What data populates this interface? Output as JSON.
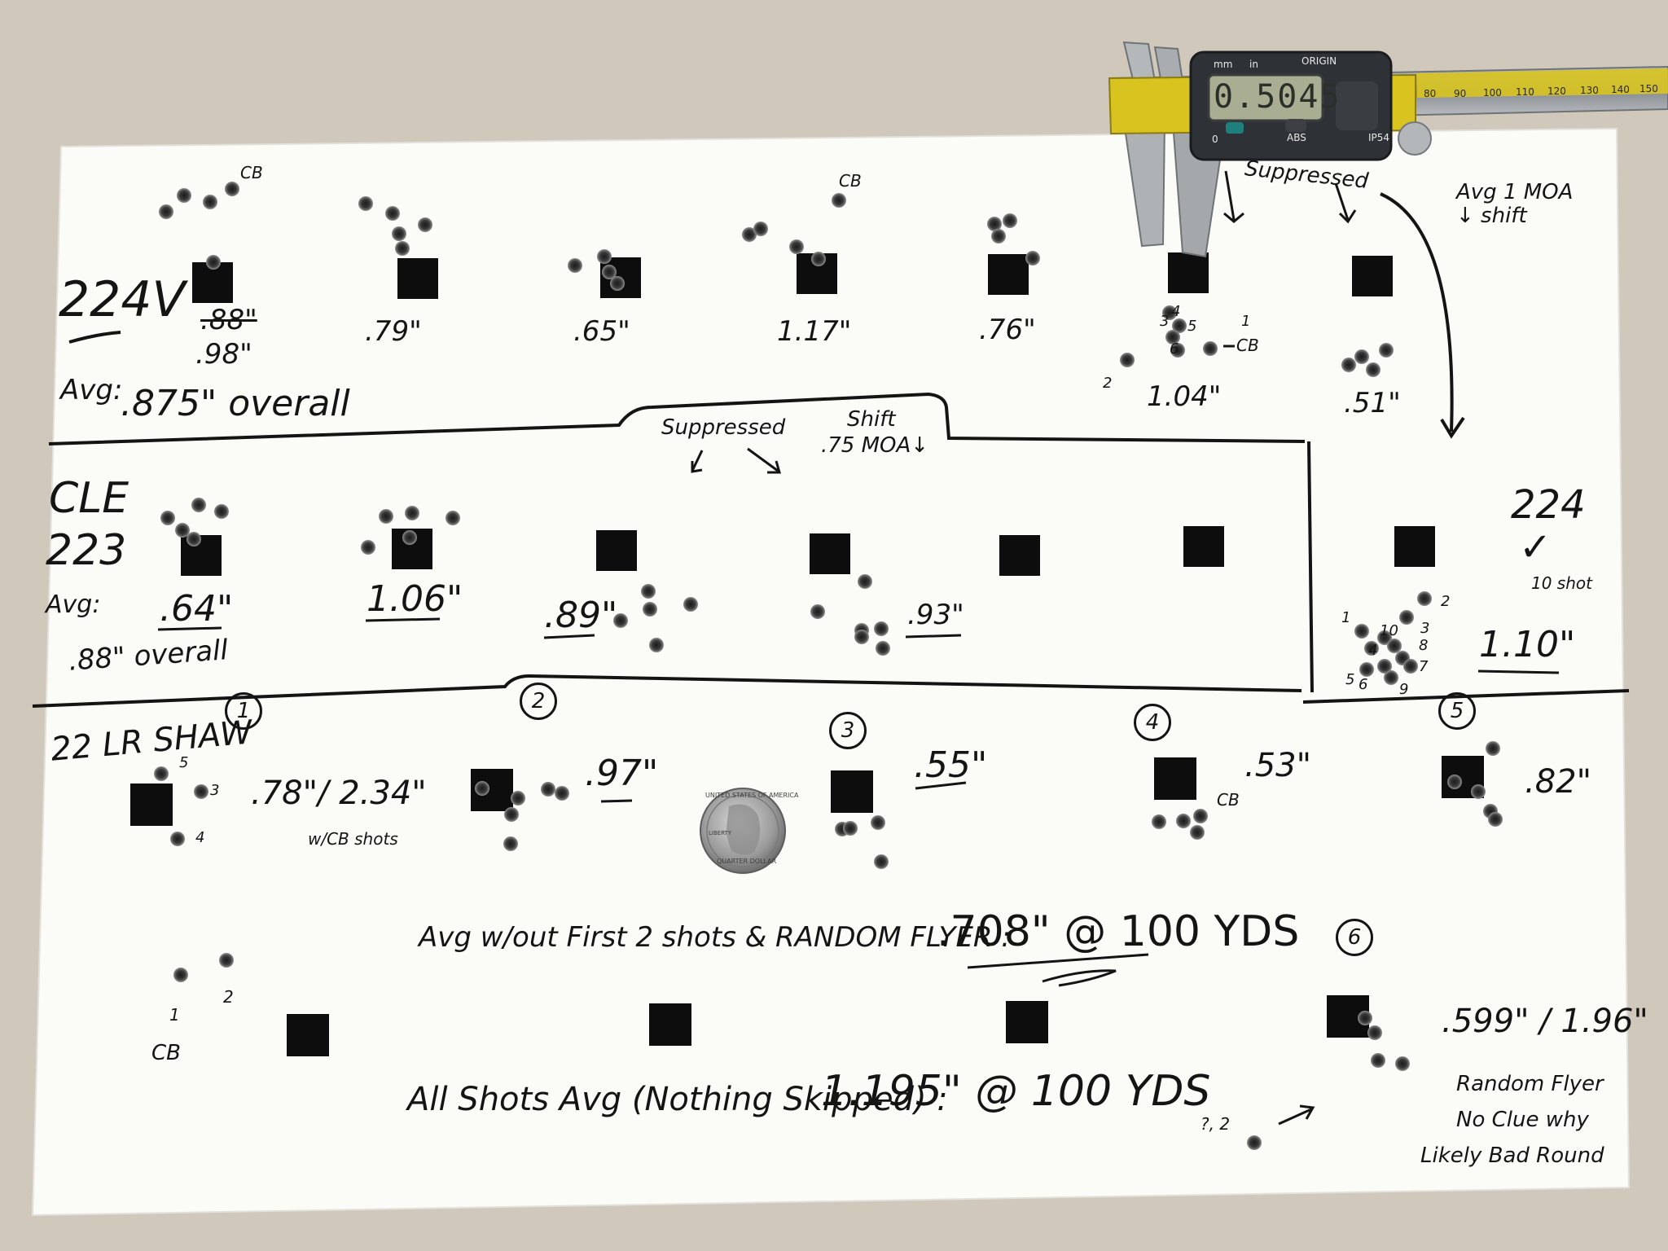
{
  "caliper": {
    "display_reading": "0.5045",
    "unit_mm": "mm",
    "unit_in": "in",
    "origin_label": "ORIGIN",
    "abs_label": "ABS",
    "zero_label": "0",
    "ip_label": "IP54",
    "scale_numbers": [
      "80",
      "90",
      "100",
      "110",
      "120",
      "130",
      "140",
      "150"
    ]
  },
  "row_224v": {
    "label": "224V",
    "scores": [
      ".88\"",
      ".98\"",
      ".79\"",
      ".65\"",
      "1.17\"",
      ".76\"",
      "1.04\"",
      ".51\""
    ],
    "avg_label": "Avg:",
    "avg_value": ".875\" overall",
    "cb_labels": [
      "CB",
      "CB",
      "CB"
    ],
    "shot_numbers": [
      "3",
      "4",
      "5",
      "1",
      "6",
      "2"
    ]
  },
  "suppressed_top": "Suppressed",
  "avg_shift_note": "Avg 1 MOA ↓ shift",
  "row_cle": {
    "label_line1": "CLE",
    "label_line2": "223",
    "avg_label": "Avg:",
    "avg_value": ".88\" overall",
    "scores": [
      ".64\"",
      "1.06\"",
      ".89\"",
      ".93\""
    ],
    "suppressed_label": "Suppressed",
    "shift_label": "Shift",
    "shift_value": ".75 MOA↓"
  },
  "row_224_10shot": {
    "label": "224",
    "check": "✓",
    "note": "10 shot",
    "score": "1.10\"",
    "shot_numbers": [
      "1",
      "10",
      "2",
      "3",
      "4",
      "8",
      "7",
      "5",
      "6",
      "9"
    ]
  },
  "row_22lr": {
    "label": "22 LR SHAW",
    "groups": [
      "1",
      "2",
      "3",
      "4",
      "5",
      "6"
    ],
    "scores": [
      ".78\"/ 2.34\"",
      ".97\"",
      ".55\"",
      ".53\"",
      ".82\"",
      ".599\" / 1.96\""
    ],
    "cb_note": "w/CB shots",
    "g1_shots": [
      "5",
      "3",
      "4"
    ],
    "cb_labels": [
      "CB",
      "CB"
    ],
    "lower_left_shots": [
      "1",
      "2"
    ]
  },
  "summary": {
    "avg_without": "Avg w/out First 2 shots & RANDOM FLYER :",
    "avg_without_value": ".708\" @ 100 YDS",
    "all_shots": "All Shots Avg (Nothing Skipped) :",
    "all_shots_value": "1.195\" @ 100 YDS"
  },
  "flyer_note": {
    "line1": "Random Flyer",
    "line2": "No Clue why",
    "line3": "Likely Bad Round",
    "marker": "?, 2"
  },
  "coin": {
    "top_text": "UNITED STATES OF AMERICA",
    "bottom_text": "QUARTER DOLLAR",
    "left_text": "LIBERTY"
  },
  "colors": {
    "table": "#cfc8bb",
    "paper": "#fbfbf8",
    "ink": "#141414",
    "target": "#0d0d0d",
    "caliper_yellow": "#d8c31f",
    "caliper_body": "#2e3135",
    "lcd": "#a9ad92"
  }
}
